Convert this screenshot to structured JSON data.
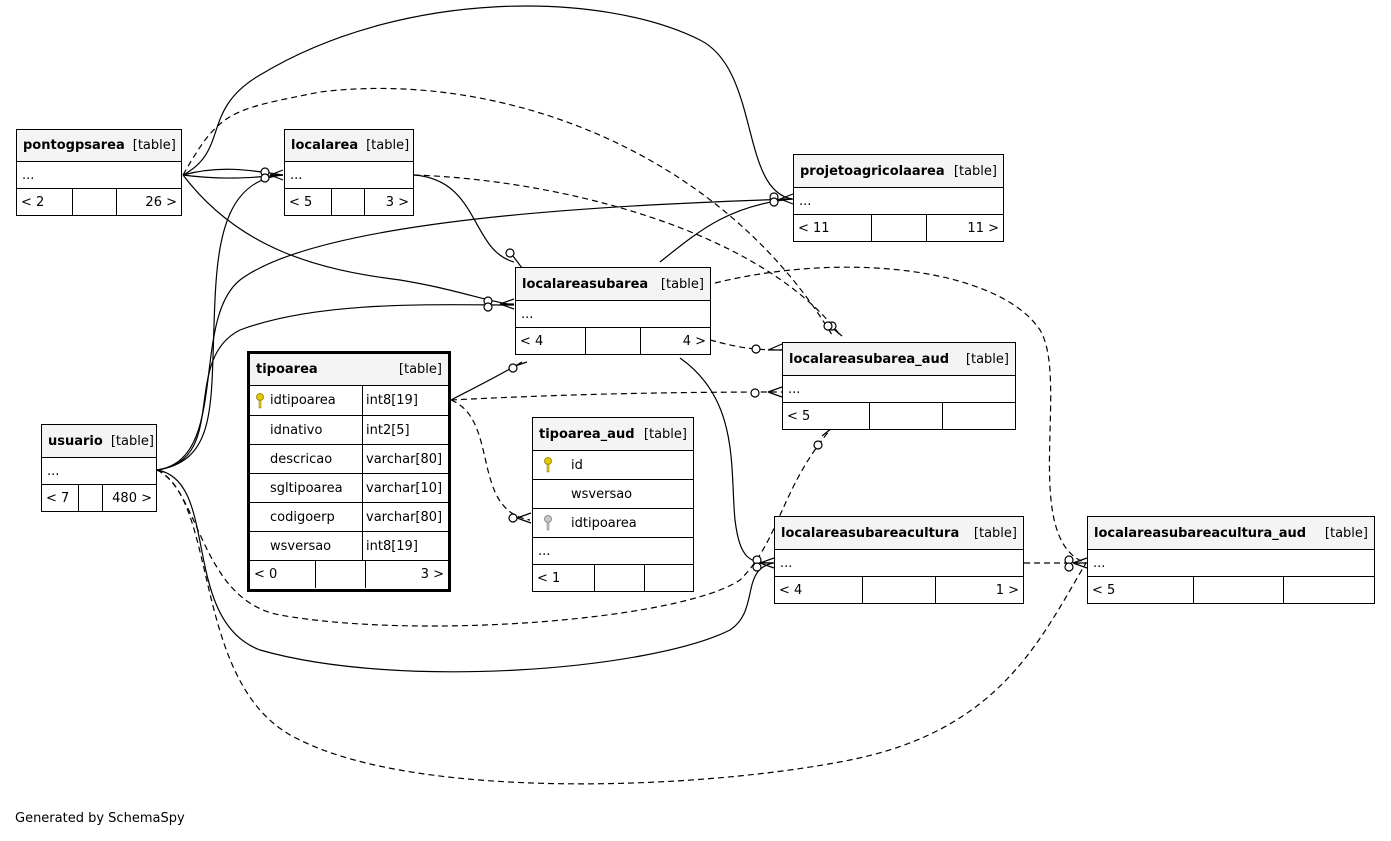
{
  "tables": {
    "pontogpsarea": {
      "name": "pontogpsarea",
      "tag": "[table]",
      "ellipsis": "...",
      "parents": "< 2",
      "children": "26 >"
    },
    "localarea": {
      "name": "localarea",
      "tag": "[table]",
      "ellipsis": "...",
      "parents": "< 5",
      "children": "3 >"
    },
    "projetoagricolaarea": {
      "name": "projetoagricolaarea",
      "tag": "[table]",
      "ellipsis": "...",
      "parents": "< 11",
      "children": "11 >"
    },
    "localareasubarea": {
      "name": "localareasubarea",
      "tag": "[table]",
      "ellipsis": "...",
      "parents": "< 4",
      "children": "4 >"
    },
    "localareasubarea_aud": {
      "name": "localareasubarea_aud",
      "tag": "[table]",
      "ellipsis": "...",
      "parents": "< 5",
      "children": ""
    },
    "usuario": {
      "name": "usuario",
      "tag": "[table]",
      "ellipsis": "...",
      "parents": "< 7",
      "children": "480 >"
    },
    "tipoarea": {
      "name": "tipoarea",
      "tag": "[table]",
      "parents": "< 0",
      "children": "3 >",
      "columns": [
        {
          "name": "idtipoarea",
          "type": "int8[19]",
          "key": "primary"
        },
        {
          "name": "idnativo",
          "type": "int2[5]",
          "key": ""
        },
        {
          "name": "descricao",
          "type": "varchar[80]",
          "key": ""
        },
        {
          "name": "sgltipoarea",
          "type": "varchar[10]",
          "key": ""
        },
        {
          "name": "codigoerp",
          "type": "varchar[80]",
          "key": ""
        },
        {
          "name": "wsversao",
          "type": "int8[19]",
          "key": ""
        }
      ]
    },
    "tipoarea_aud": {
      "name": "tipoarea_aud",
      "tag": "[table]",
      "ellipsis": "...",
      "parents": "< 1",
      "children": "",
      "columns": [
        {
          "name": "id",
          "key": "primary"
        },
        {
          "name": "wsversao",
          "key": ""
        },
        {
          "name": "idtipoarea",
          "key": "foreign"
        }
      ]
    },
    "localareasubareacultura": {
      "name": "localareasubareacultura",
      "tag": "[table]",
      "ellipsis": "...",
      "parents": "< 4",
      "children": "1 >"
    },
    "localareasubareacultura_aud": {
      "name": "localareasubareacultura_aud",
      "tag": "[table]",
      "ellipsis": "...",
      "parents": "< 5",
      "children": ""
    }
  },
  "colors": {
    "primary_key": "#e6c800",
    "foreign_key": "#a0a0a0",
    "header_bg": "#f4f4f4",
    "line": "#000000"
  },
  "footer": "Generated by SchemaSpy"
}
